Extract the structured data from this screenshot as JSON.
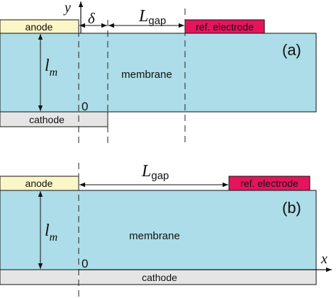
{
  "panel_a": {
    "tag": "(a)",
    "anode_label": "anode",
    "membrane_label": "membrane",
    "cathode_label": "cathode",
    "ref_electrode_label": "ref. electrode",
    "origin_label": "0",
    "y_axis_label": "y",
    "delta_label": "δ",
    "lgap_main": "L",
    "lgap_sub": "gap",
    "lm_main": "l",
    "lm_sub": "m"
  },
  "panel_b": {
    "tag": "(b)",
    "anode_label": "anode",
    "membrane_label": "membrane",
    "cathode_label": "cathode",
    "ref_electrode_label": "ref. electrode",
    "origin_label": "0",
    "x_axis_label": "x",
    "lgap_main": "L",
    "lgap_sub": "gap",
    "lm_main": "l",
    "lm_sub": "m"
  },
  "colors": {
    "membrane": "#acdde8",
    "anode": "#fbf6c7",
    "cathode": "#e5e5e5",
    "ref_electrode": "#e4155c",
    "stroke": "#111111"
  }
}
